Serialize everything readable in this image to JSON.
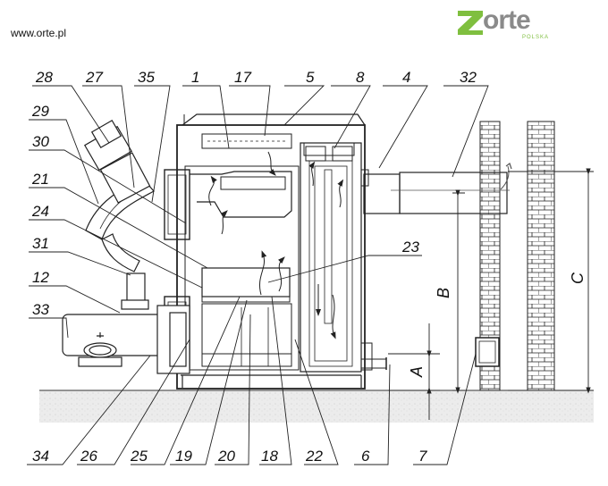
{
  "header": {
    "url": "www.orte.pl",
    "logo": {
      "word": "orte",
      "sub": "POLSKA",
      "mark_color": "#7fbf3f"
    }
  },
  "callouts_top": [
    "28",
    "27",
    "35",
    "1",
    "17",
    "5",
    "8",
    "4",
    "32"
  ],
  "callouts_left": [
    "29",
    "30",
    "21",
    "24",
    "31",
    "12",
    "33"
  ],
  "callout_mid": "23",
  "callouts_bottom": [
    "34",
    "26",
    "25",
    "19",
    "20",
    "18",
    "22",
    "6",
    "7"
  ],
  "dimensions": {
    "a": "A",
    "b": "B",
    "c": "C"
  }
}
